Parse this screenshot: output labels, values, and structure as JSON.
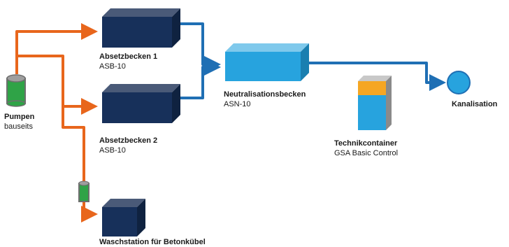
{
  "nodes": {
    "pumpen": {
      "title": "Pumpen",
      "subtitle": "bauseits"
    },
    "absetzbecken_1": {
      "title": "Absetzbecken 1",
      "subtitle": "ASB-10"
    },
    "absetzbecken_2": {
      "title": "Absetzbecken 2",
      "subtitle": "ASB-10"
    },
    "neutralisationsbecken": {
      "title": "Neutralisationsbecken",
      "subtitle": "ASN-10"
    },
    "technikcontainer": {
      "title": "Technikcontainer",
      "subtitle": "GSA Basic Control"
    },
    "waschstation": {
      "title": "Waschstation für Betonkübel"
    },
    "kanalisation": {
      "title": "Kanalisation"
    }
  },
  "colors": {
    "orange_pipe": "#e8661c",
    "blue_pipe": "#1f6fb4",
    "tank_dark": "#17305a",
    "tank_light": "#27a3de",
    "pump_green": "#2fa347",
    "container_orange": "#f5a623",
    "kanal_blue": "#27a3de"
  }
}
